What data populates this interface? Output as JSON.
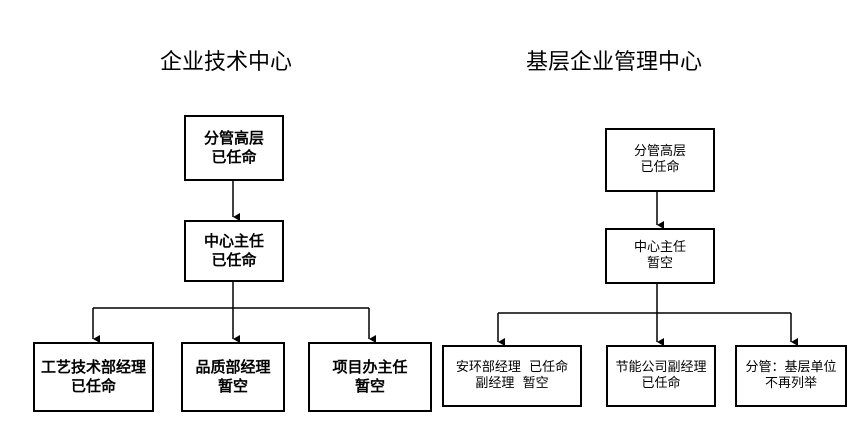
{
  "left_diagram": {
    "title": "企业技术中心",
    "top": {
      "line1": "分管高层",
      "line2": "已任命"
    },
    "mid": {
      "line1": "中心主任",
      "line2": "已任命"
    },
    "children": [
      {
        "line1": "工艺技术部经理",
        "line2": "已任命"
      },
      {
        "line1": "品质部经理",
        "line2": "暂空"
      },
      {
        "line1": "项目办主任",
        "line2": "暂空"
      }
    ]
  },
  "right_diagram": {
    "title": "基层企业管理中心",
    "top": {
      "line1": "分管高层",
      "line2": "已任命"
    },
    "mid": {
      "line1": "中心主任",
      "line2": "暂空"
    },
    "children": [
      {
        "line1": "安环部经理  已任命",
        "line2": "副经理  暂空"
      },
      {
        "line1": "节能公司副经理",
        "line2": "已任命"
      },
      {
        "line1": "分管：基层单位",
        "line2": "不再列举"
      }
    ]
  }
}
